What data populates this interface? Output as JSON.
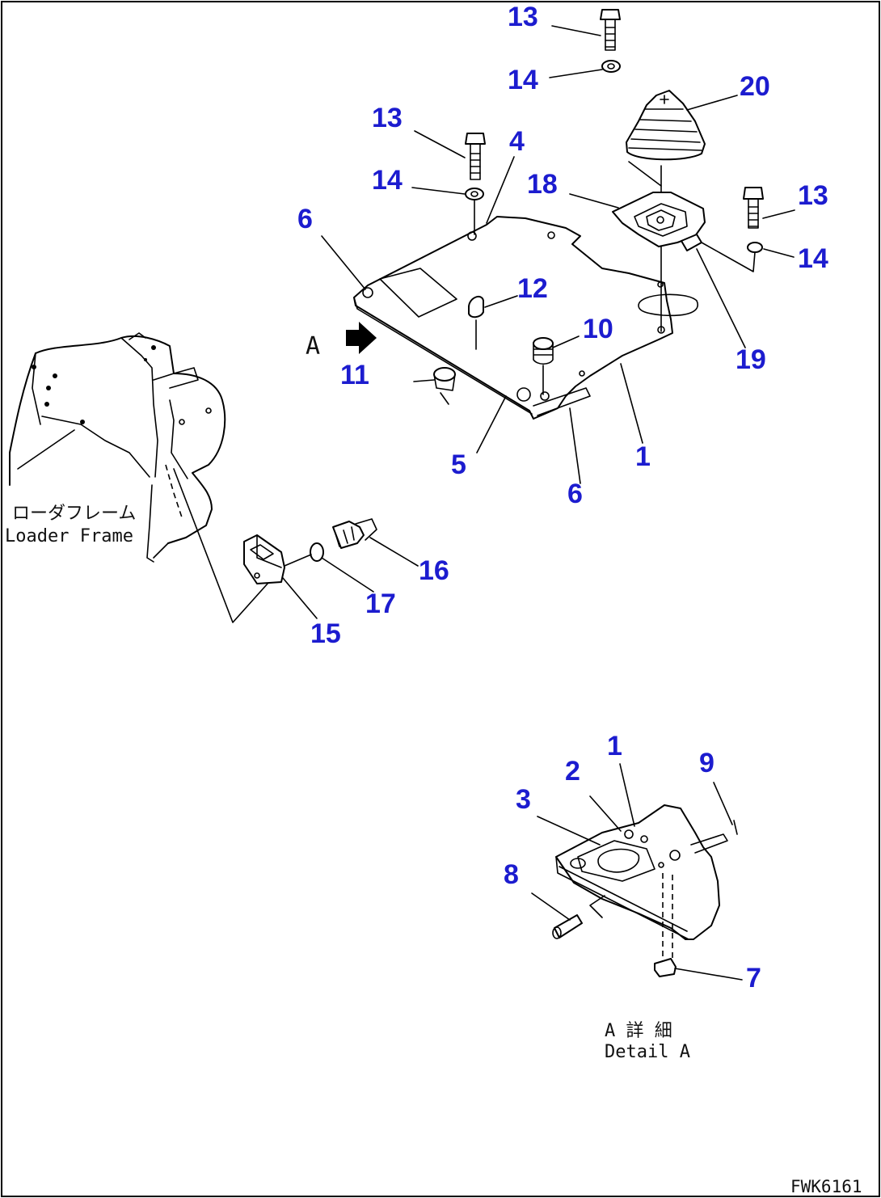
{
  "parts": {
    "p13a": "13",
    "p14a": "14",
    "p20": "20",
    "p13b": "13",
    "p4": "4",
    "p14b": "14",
    "p18": "18",
    "p13c": "13",
    "p6a": "6",
    "p14c": "14",
    "p12": "12",
    "p10": "10",
    "p19": "19",
    "p11": "11",
    "p1a": "1",
    "p5": "5",
    "p6b": "6",
    "p16": "16",
    "p17": "17",
    "p15": "15",
    "p1b": "1",
    "p9": "9",
    "p2": "2",
    "p3": "3",
    "p8": "8",
    "p7": "7"
  },
  "view_marker": "A",
  "loader_frame": {
    "ja": "ローダフレーム",
    "en": "Loader Frame"
  },
  "detail": {
    "ja": "A 詳 細",
    "en": "Detail A"
  },
  "drawing_number": "FWK6161",
  "colors": {
    "callout": "#1c1ccf",
    "line": "#000000"
  }
}
